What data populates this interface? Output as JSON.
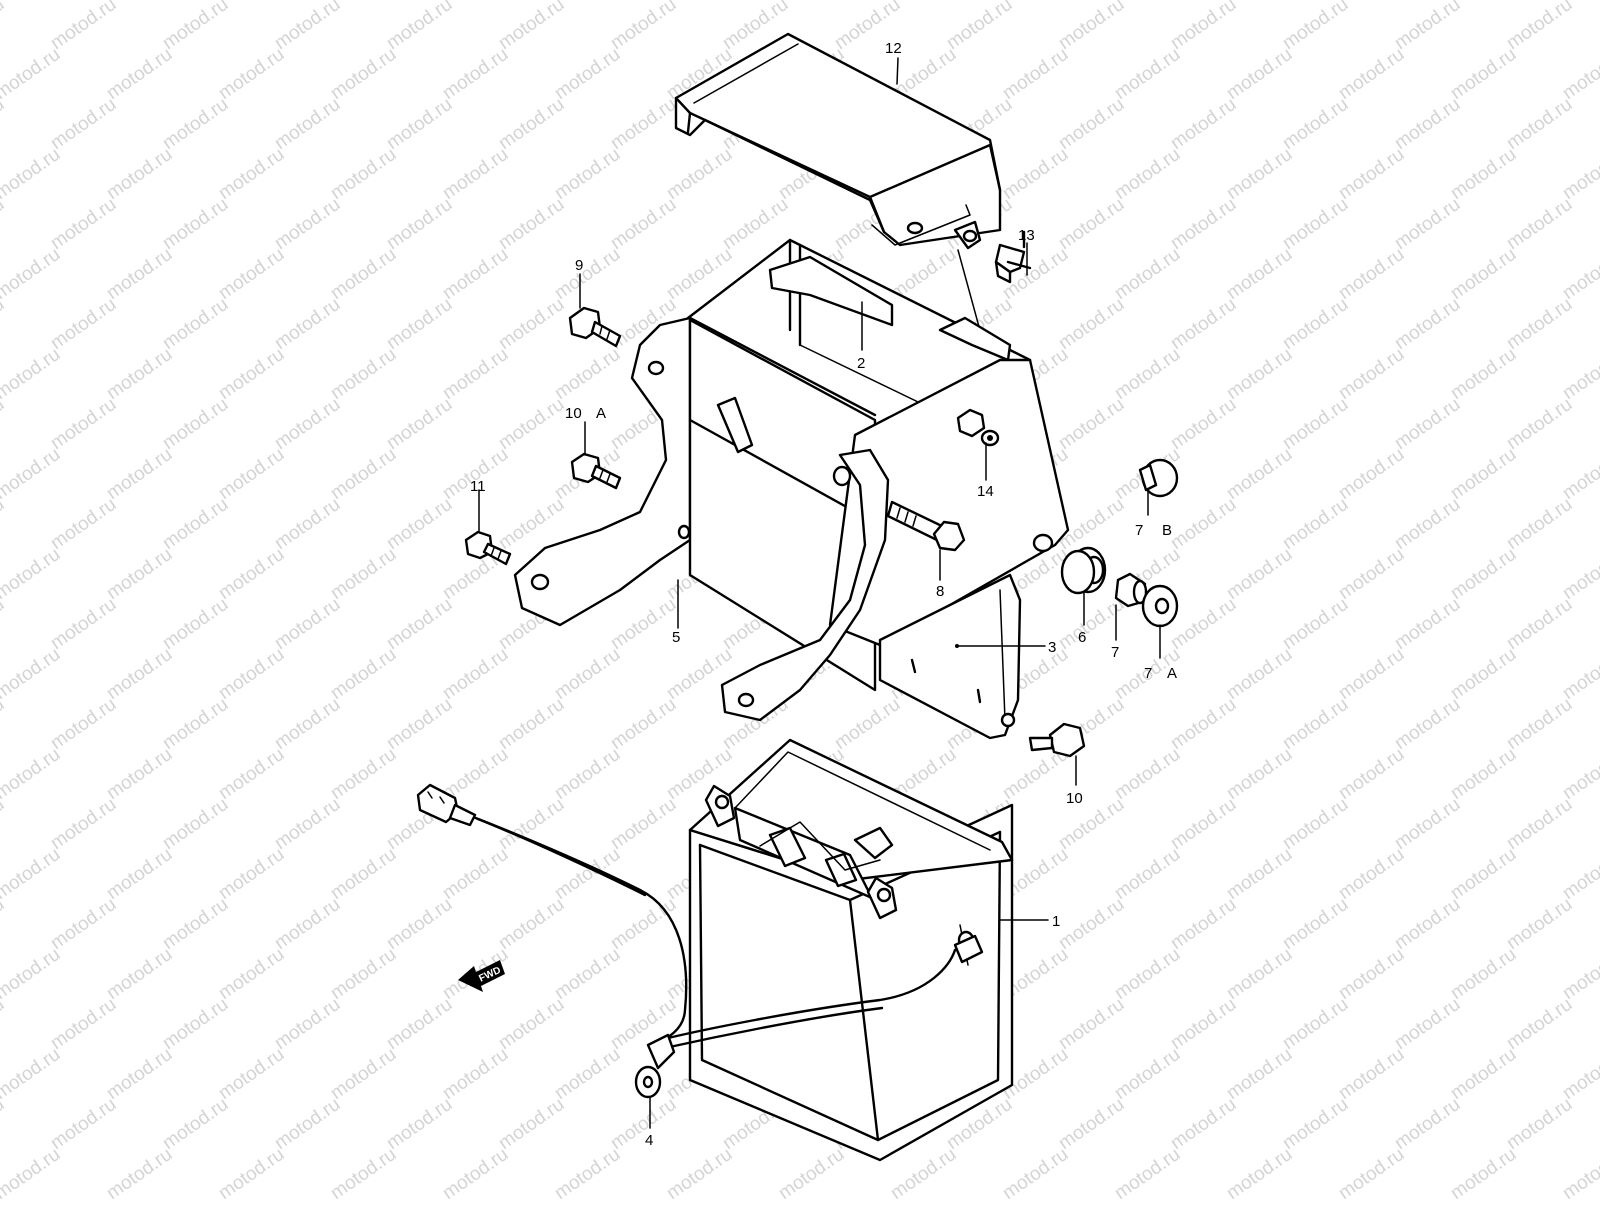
{
  "watermark": {
    "text": "motod.ru",
    "color": "#d4d4d4"
  },
  "fwd_marker": {
    "text": "FWD"
  },
  "callouts": {
    "c1": "1",
    "c2": "2",
    "c3": "3",
    "c4": "4",
    "c5": "5",
    "c6": "6",
    "c7": "7",
    "c7a": "7",
    "c7a_suffix": "A",
    "c7b": "7",
    "c7b_suffix": "B",
    "c8": "8",
    "c9": "9",
    "c10": "10",
    "c10a": "10",
    "c10a_suffix": "A",
    "c11": "11",
    "c12": "12",
    "c13": "13",
    "c14": "14"
  }
}
